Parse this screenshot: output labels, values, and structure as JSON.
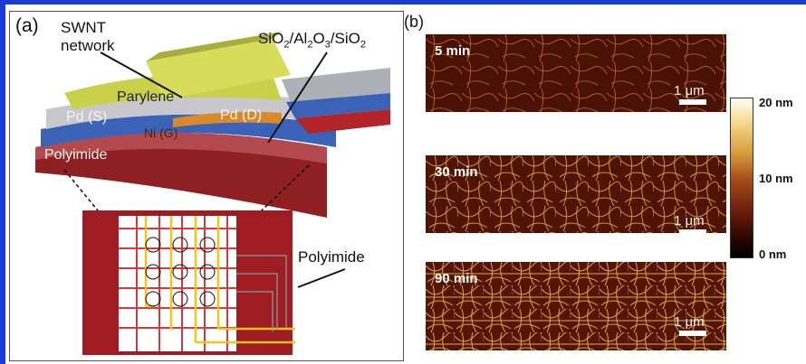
{
  "panel_a": {
    "label": "(a)",
    "labels": {
      "swnt_line1": "SWNT",
      "swnt_line2": "network",
      "dielectric_pre": "SiO",
      "dielectric_s1": "2",
      "dielectric_mid1": "/Al",
      "dielectric_s2": "2",
      "dielectric_mid2": "O",
      "dielectric_s3": "3",
      "dielectric_mid3": "/SiO",
      "dielectric_s4": "2",
      "parylene": "Parylene",
      "pd_source": "Pd (S)",
      "pd_drain": "Pd (D)",
      "ni_gate": "Ni (G)",
      "polyimide_top": "Polyimide",
      "polyimide_bottom": "Polyimide"
    }
  },
  "panel_b": {
    "label": "(b)",
    "images": [
      {
        "time": "5 min",
        "scale": "1 μm"
      },
      {
        "time": "30 min",
        "scale": "1 μm"
      },
      {
        "time": "90 min",
        "scale": "1 μm"
      }
    ],
    "colorbar": {
      "max": "20 nm",
      "mid": "10 nm",
      "min": "0 nm"
    }
  }
}
